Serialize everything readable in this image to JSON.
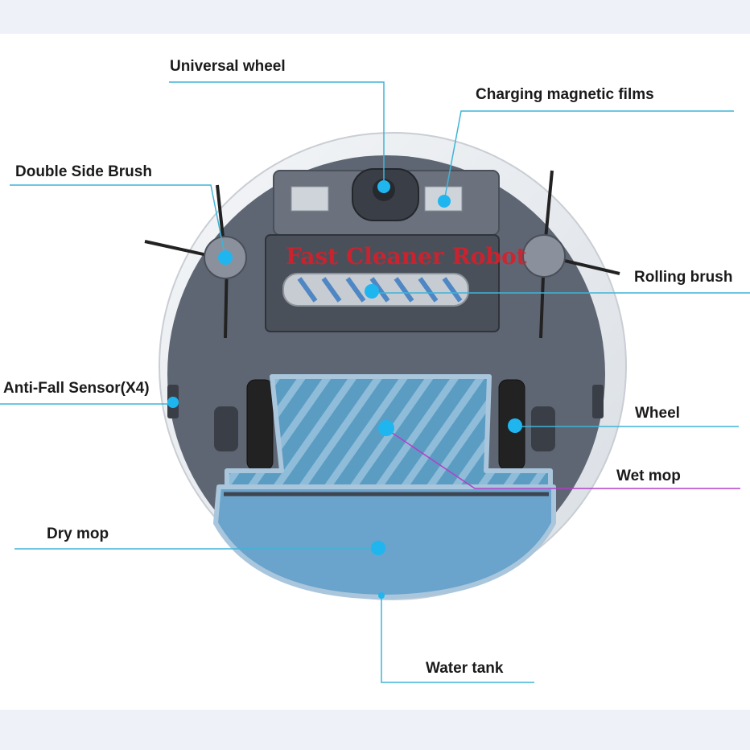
{
  "watermark": "Fast Cleaner Robot",
  "labels": {
    "universal_wheel": "Universal wheel",
    "charging_magnetic_films": "Charging magnetic films",
    "double_side_brush": "Double Side Brush",
    "rolling_brush": "Rolling brush",
    "anti_fall_sensor": "Anti-Fall Sensor(X4)",
    "wheel": "Wheel",
    "wet_mop": "Wet mop",
    "dry_mop": "Dry mop",
    "water_tank": "Water tank"
  },
  "colors": {
    "leader_line": "#3fb4d8",
    "wet_mop_line": "#b23fc8",
    "marker": "#1fb6f0",
    "body_shell": "#e9edf1",
    "underside": "#5f6673",
    "mop_wet": "#5d9ec4",
    "mop_dry": "#6aa3cb",
    "mop_border": "#a9c6dc"
  }
}
